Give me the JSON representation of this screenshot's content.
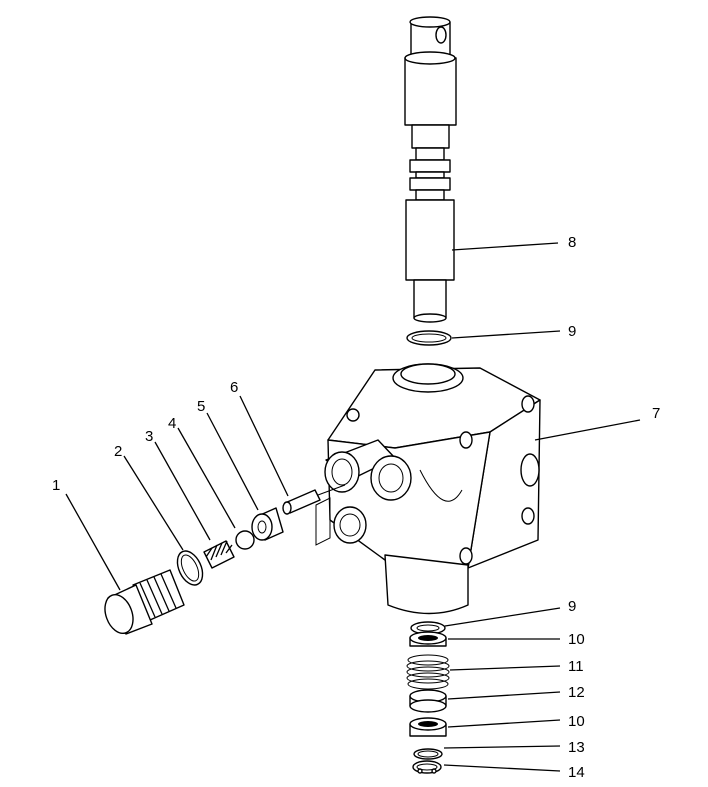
{
  "callouts": [
    {
      "id": "c1",
      "text": "1"
    },
    {
      "id": "c2",
      "text": "2"
    },
    {
      "id": "c3",
      "text": "3"
    },
    {
      "id": "c4",
      "text": "4"
    },
    {
      "id": "c5",
      "text": "5"
    },
    {
      "id": "c6",
      "text": "6"
    },
    {
      "id": "c7",
      "text": "7"
    },
    {
      "id": "c8",
      "text": "8"
    },
    {
      "id": "c9a",
      "text": "9"
    },
    {
      "id": "c9b",
      "text": "9"
    },
    {
      "id": "c10a",
      "text": "10"
    },
    {
      "id": "c11",
      "text": "11"
    },
    {
      "id": "c12",
      "text": "12"
    },
    {
      "id": "c10b",
      "text": "10"
    },
    {
      "id": "c13",
      "text": "13"
    },
    {
      "id": "c14",
      "text": "14"
    }
  ]
}
